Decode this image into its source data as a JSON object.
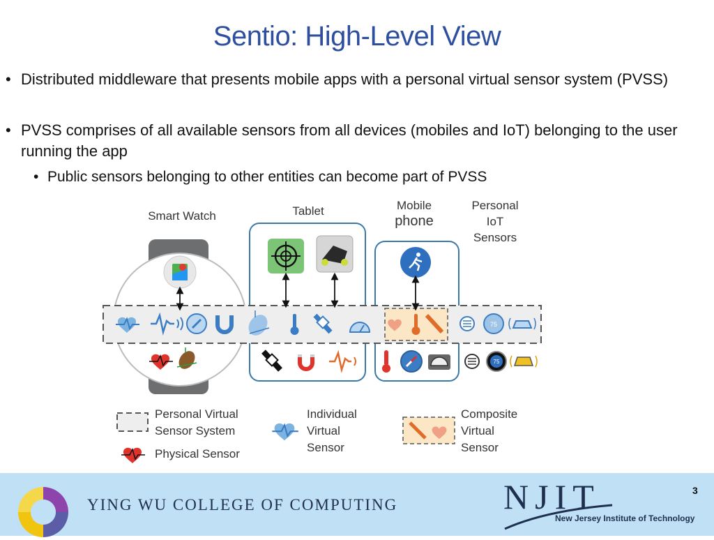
{
  "title": "Sentio: High-Level View",
  "bullets": [
    {
      "marker": "•",
      "text": "Distributed middleware that presents mobile apps with a personal virtual sensor system (PVSS)"
    },
    {
      "marker": "•",
      "text": "PVSS comprises of all available sensors from all devices (mobiles and IoT) belonging to the user running the app"
    },
    {
      "marker": "•",
      "text": "Public sensors belonging to other entities can become part of PVSS"
    }
  ],
  "diagram": {
    "device_labels": {
      "smart_watch": "Smart Watch",
      "tablet": "Tablet",
      "mobile_line1": "Mobile",
      "mobile_line2": "phone",
      "iot_line1": "Personal",
      "iot_line2": "IoT",
      "iot_line3": "Sensors"
    },
    "thermostat_value": "75",
    "legend": {
      "pvss_line1": "Personal Virtual",
      "pvss_line2": "Sensor System",
      "physical": "Physical Sensor",
      "individual_line1": "Individual",
      "individual_line2": "Virtual",
      "individual_line3": "Sensor",
      "composite_line1": "Composite",
      "composite_line2": "Virtual",
      "composite_line3": "Sensor"
    },
    "colors": {
      "box_border": "#3a78a8",
      "pvss_fill": "#eeeeee",
      "composite_fill": "#fbe7c6",
      "sensor_blue": "#3b7dc4",
      "heart_red": "#e0332b"
    }
  },
  "footer": {
    "college": "YING WU COLLEGE OF COMPUTING",
    "njit": "NJIT",
    "njit_full": "New Jersey Institute of Technology",
    "page_number": "3"
  }
}
